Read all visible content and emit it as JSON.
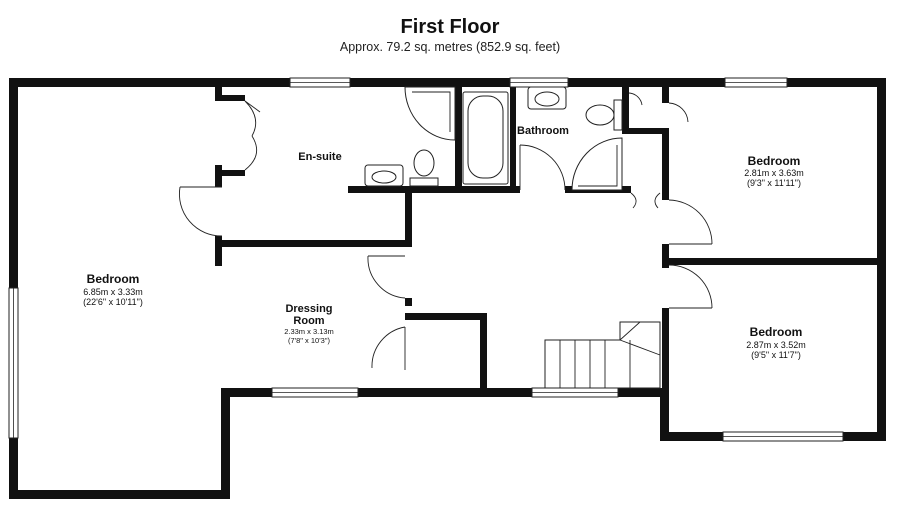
{
  "header": {
    "title": "First Floor",
    "subtitle": "Approx. 79.2 sq. metres (852.9 sq. feet)"
  },
  "rooms": {
    "bedroom_main": {
      "name": "Bedroom",
      "metric": "6.85m x 3.33m",
      "imperial": "(22'6\" x 10'11\")"
    },
    "ensuite": {
      "name": "En-suite"
    },
    "bathroom": {
      "name": "Bathroom"
    },
    "dressing": {
      "name_line1": "Dressing",
      "name_line2": "Room",
      "metric": "2.33m x 3.13m",
      "imperial": "(7'8\" x 10'3\")"
    },
    "bedroom_upper_right": {
      "name": "Bedroom",
      "metric": "2.81m x 3.63m",
      "imperial": "(9'3\" x 11'11\")"
    },
    "bedroom_lower_right": {
      "name": "Bedroom",
      "metric": "2.87m x 3.52m",
      "imperial": "(9'5\" x 11'7\")"
    }
  },
  "colors": {
    "wall": "#111111",
    "background": "#ffffff"
  }
}
